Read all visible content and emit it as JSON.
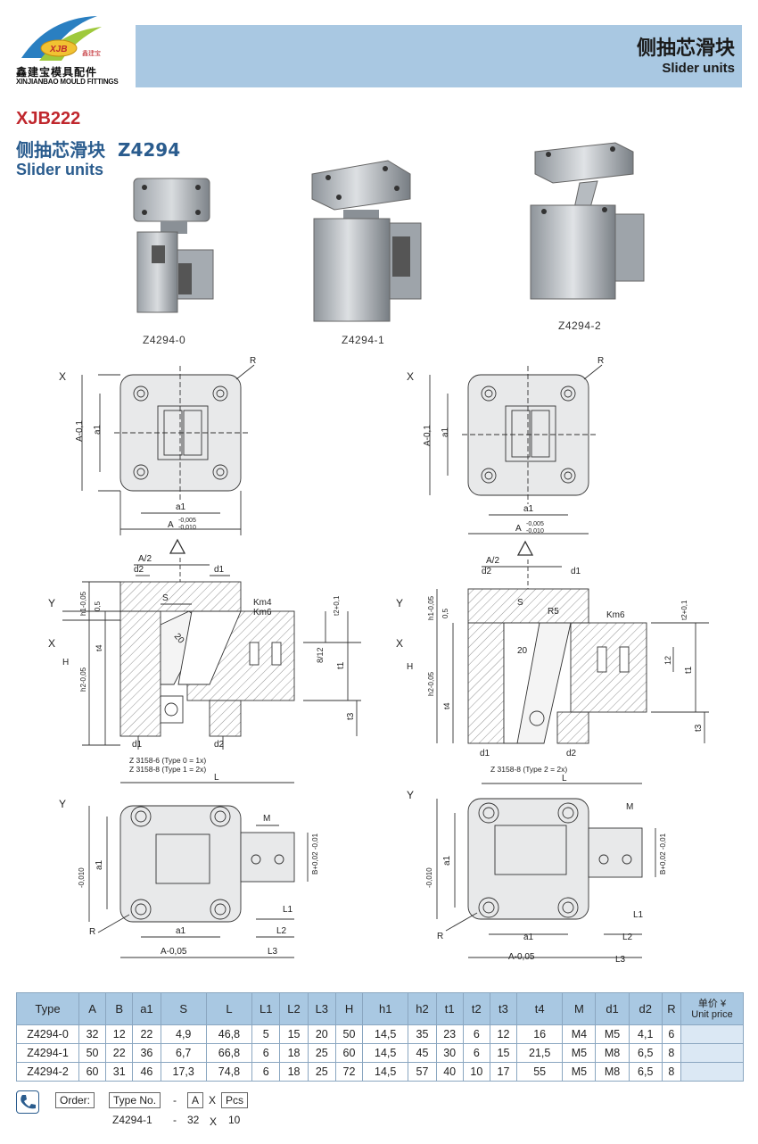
{
  "header": {
    "logo_mark": "XJB",
    "logo_small": "鑫建宝",
    "logo_cn": "鑫建宝模具配件",
    "logo_en": "XINJIANBAO MOULD FITTINGS",
    "banner_cn": "侧抽芯滑块",
    "banner_en": "Slider units"
  },
  "product": {
    "code": "XJB222",
    "title_cn": "侧抽芯滑块",
    "title_model": "Z4294",
    "title_en": "Slider units"
  },
  "photos": [
    "Z4294-0",
    "Z4294-1",
    "Z4294-2"
  ],
  "drawing": {
    "labels": {
      "x": "X",
      "y": "Y",
      "r": "R",
      "a1": "a1",
      "a_tol": "A",
      "a_upper": "-0,005",
      "a_lower": "-0,010",
      "a01": "A-0,1",
      "a2": "A/2",
      "d1": "d1",
      "d2": "d2",
      "s": "S",
      "km4": "Km4",
      "km6": "Km6",
      "r5": "R5",
      "h": "H",
      "h1": "h1-0,05",
      "h2": "h2-0,05",
      "half": "0,5",
      "t1": "t1",
      "t2": "t2+0,1",
      "t3": "t3",
      "t4": "t4",
      "angle": "20",
      "slot": "8/12",
      "twelve": "12",
      "l": "L",
      "m": "M",
      "l1": "L1",
      "l2": "L2",
      "l3": "L3",
      "b": "B+0,02 -0,01",
      "a005": "A-0,05",
      "note_left_1": "Z 3158-6 (Type 0 = 1x)",
      "note_left_2": "Z 3158-8 (Type 1 = 2x)",
      "note_right": "Z 3158-8 (Type 2 = 2x)"
    }
  },
  "table": {
    "headers": [
      "Type",
      "A",
      "B",
      "a1",
      "S",
      "L",
      "L1",
      "L2",
      "L3",
      "H",
      "h1",
      "h2",
      "t1",
      "t2",
      "t3",
      "t4",
      "M",
      "d1",
      "d2",
      "R"
    ],
    "price_header_cn": "单价 ¥",
    "price_header_en": "Unit price",
    "rows": [
      [
        "Z4294-0",
        "32",
        "12",
        "22",
        "4,9",
        "46,8",
        "5",
        "15",
        "20",
        "50",
        "14,5",
        "35",
        "23",
        "6",
        "12",
        "16",
        "M4",
        "M5",
        "4,1",
        "6"
      ],
      [
        "Z4294-1",
        "50",
        "22",
        "36",
        "6,7",
        "66,8",
        "6",
        "18",
        "25",
        "60",
        "14,5",
        "45",
        "30",
        "6",
        "15",
        "21,5",
        "M5",
        "M8",
        "6,5",
        "8"
      ],
      [
        "Z4294-2",
        "60",
        "31",
        "46",
        "17,3",
        "74,8",
        "6",
        "18",
        "25",
        "72",
        "14,5",
        "57",
        "40",
        "10",
        "17",
        "55",
        "M5",
        "M8",
        "6,5",
        "8"
      ]
    ]
  },
  "order": {
    "label": "Order:",
    "type_no": "Type No.",
    "dash": "-",
    "a": "A",
    "x": "X",
    "pcs": "Pcs",
    "example_type": "Z4294-1",
    "example_dash": "-",
    "example_a": "32",
    "example_x": "X",
    "example_pcs": "10"
  },
  "colors": {
    "banner": "#a9c8e2",
    "code": "#c0272d",
    "title": "#2a5c8e",
    "price_cell": "#dbe8f4"
  }
}
